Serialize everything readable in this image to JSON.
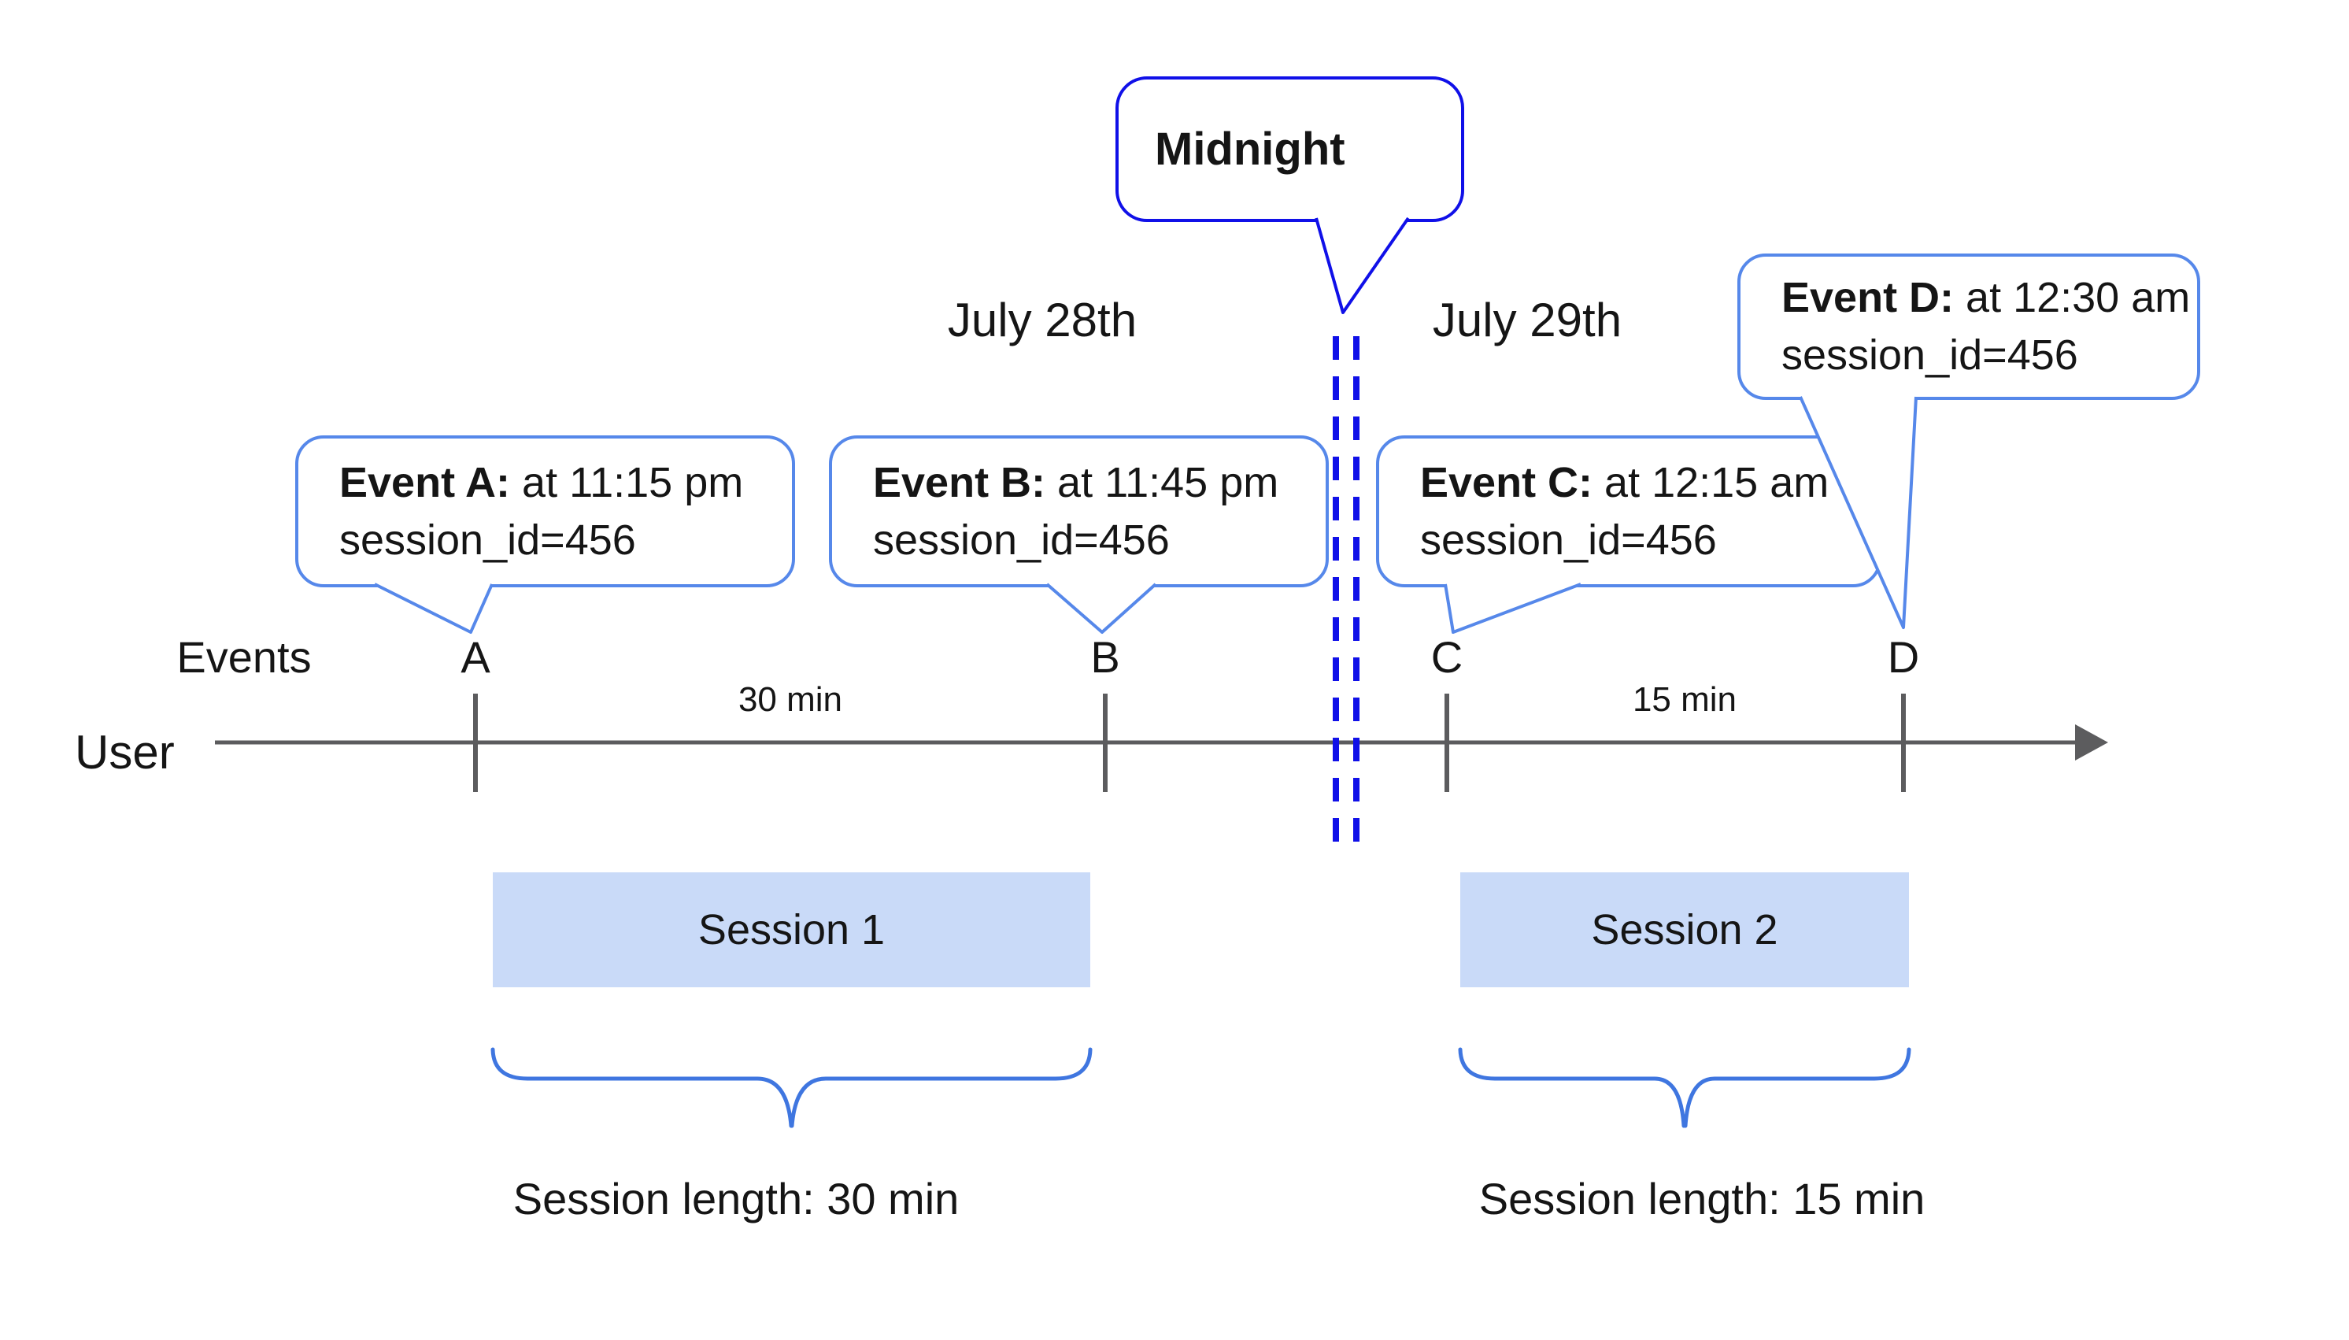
{
  "colors": {
    "bubble_border": "#5688ea",
    "royal_blue": "#1010e8",
    "brace": "#3f76e0",
    "session_fill": "#c9daf8",
    "timeline": "#5c5c5e",
    "text": "#151515"
  },
  "midnight_callout": {
    "label": "Midnight"
  },
  "dates": {
    "left": "July 28th",
    "right": "July 29th"
  },
  "timeline": {
    "axis_label": "Events",
    "user_label": "User",
    "segment_1_label": "30 min",
    "segment_2_label": "15 min"
  },
  "events": [
    {
      "label": "A",
      "callout_bold": "Event A:",
      "callout_rest": "at 11:15 pm",
      "callout_line2": "session_id=456"
    },
    {
      "label": "B",
      "callout_bold": "Event B:",
      "callout_rest": "at 11:45 pm",
      "callout_line2": "session_id=456"
    },
    {
      "label": "C",
      "callout_bold": "Event C:",
      "callout_rest": "at 12:15 am",
      "callout_line2": "session_id=456"
    },
    {
      "label": "D",
      "callout_bold": "Event D:",
      "callout_rest": "at 12:30 am",
      "callout_line2": "session_id=456"
    }
  ],
  "sessions": [
    {
      "name": "Session 1",
      "length_label": "Session length: 30 min"
    },
    {
      "name": "Session 2",
      "length_label": "Session length: 15 min"
    }
  ]
}
